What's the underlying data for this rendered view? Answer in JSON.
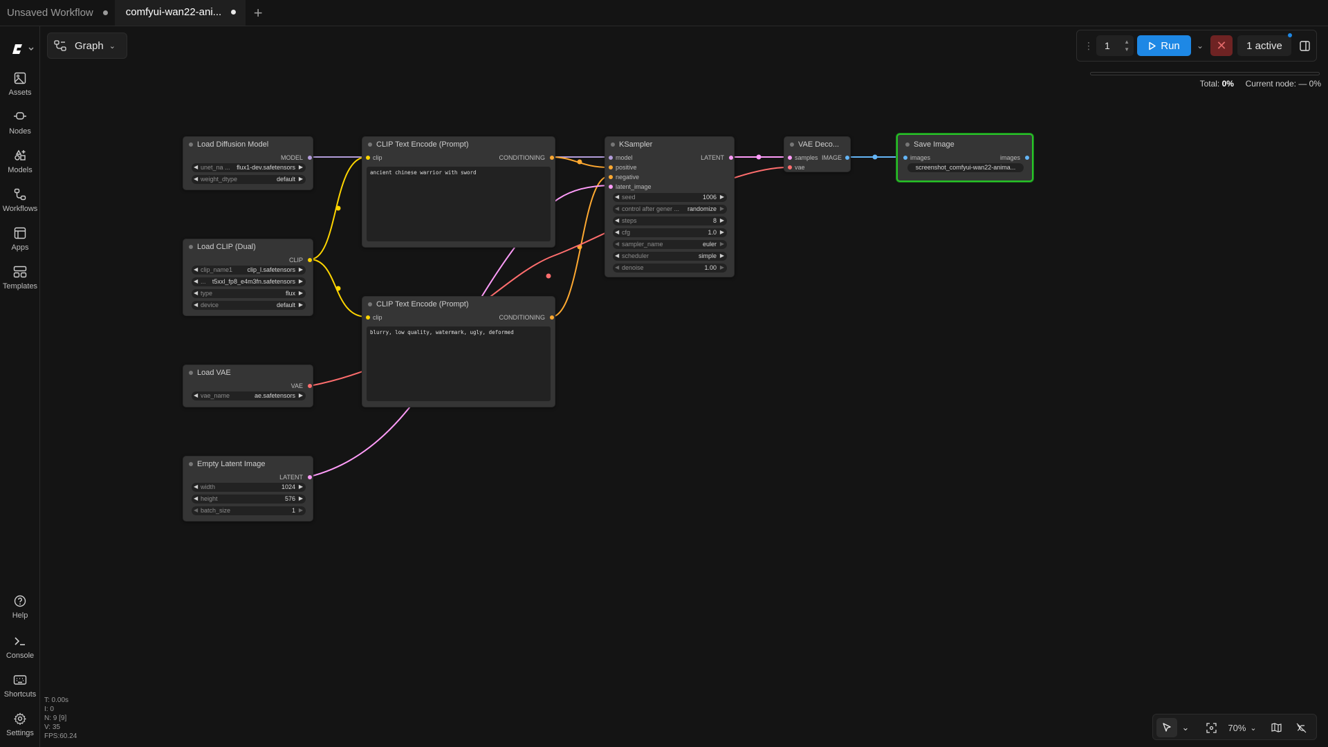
{
  "tabs": [
    {
      "label": "Unsaved Workflow",
      "modified": true
    },
    {
      "label": "comfyui-wan22-ani...",
      "modified": true
    }
  ],
  "sidebar": {
    "items": [
      {
        "label": "Assets",
        "icon": "image-icon"
      },
      {
        "label": "Nodes",
        "icon": "nodes-icon"
      },
      {
        "label": "Models",
        "icon": "models-icon"
      },
      {
        "label": "Workflows",
        "icon": "workflow-icon"
      },
      {
        "label": "Apps",
        "icon": "apps-icon"
      },
      {
        "label": "Templates",
        "icon": "templates-icon"
      }
    ],
    "bottom": [
      {
        "label": "Help",
        "icon": "help-icon"
      },
      {
        "label": "Console",
        "icon": "terminal-icon"
      },
      {
        "label": "Shortcuts",
        "icon": "keyboard-icon"
      },
      {
        "label": "Settings",
        "icon": "gear-icon"
      }
    ]
  },
  "graph_menu": {
    "label": "Graph"
  },
  "run_panel": {
    "batch_count": "1",
    "run_label": "Run",
    "active_label": "1 active",
    "progress_total_label": "Total:",
    "progress_total": "0%",
    "current_node_label": "Current node: — 0%",
    "progress_fraction": 0.0
  },
  "nodes": {
    "load_diffusion": {
      "title": "Load Diffusion Model",
      "output": "MODEL",
      "widgets": [
        {
          "label": "unet_na ...",
          "value": "flux1-dev.safetensors"
        },
        {
          "label": "weight_dtype",
          "value": "default"
        }
      ]
    },
    "load_clip": {
      "title": "Load CLIP (Dual)",
      "output": "CLIP",
      "widgets": [
        {
          "label": "clip_name1",
          "value": "clip_l.safetensors"
        },
        {
          "label": "...",
          "value": "t5xxl_fp8_e4m3fn.safetensors"
        },
        {
          "label": "type",
          "value": "flux"
        },
        {
          "label": "device",
          "value": "default"
        }
      ]
    },
    "load_vae": {
      "title": "Load VAE",
      "output": "VAE",
      "widgets": [
        {
          "label": "vae_name",
          "value": "ae.safetensors"
        }
      ]
    },
    "empty_latent": {
      "title": "Empty Latent Image",
      "output": "LATENT",
      "widgets": [
        {
          "label": "width",
          "value": "1024"
        },
        {
          "label": "height",
          "value": "576"
        },
        {
          "label": "batch_size",
          "value": "1"
        }
      ]
    },
    "clip_pos": {
      "title": "CLIP Text Encode (Prompt)",
      "input": "clip",
      "output": "CONDITIONING",
      "text": "ancient chinese warrior with sword"
    },
    "clip_neg": {
      "title": "CLIP Text Encode (Prompt)",
      "input": "clip",
      "output": "CONDITIONING",
      "text": "blurry, low quality, watermark, ugly, deformed"
    },
    "ksampler": {
      "title": "KSampler",
      "inputs": [
        "model",
        "positive",
        "negative",
        "latent_image"
      ],
      "output": "LATENT",
      "widgets": [
        {
          "label": "seed",
          "value": "1006"
        },
        {
          "label": "control after gener ...",
          "value": "randomize"
        },
        {
          "label": "steps",
          "value": "8"
        },
        {
          "label": "cfg",
          "value": "1.0"
        },
        {
          "label": "sampler_name",
          "value": "euler"
        },
        {
          "label": "scheduler",
          "value": "simple"
        },
        {
          "label": "denoise",
          "value": "1.00"
        }
      ]
    },
    "vae_decode": {
      "title": "VAE Deco...",
      "inputs": [
        "samples",
        "vae"
      ],
      "output": "IMAGE"
    },
    "save_image": {
      "title": "Save Image",
      "input": "images",
      "output": "images",
      "filename": "screenshot_comfyui-wan22-anima..."
    }
  },
  "stats": {
    "t": "T: 0.00s",
    "i": "I: 0",
    "n": "N: 9 [9]",
    "v": "V: 35",
    "fps": "FPS:60.24"
  },
  "bottom_toolbar": {
    "zoom": "70%"
  },
  "colors": {
    "model": "#b39ddb",
    "clip": "#ffd500",
    "conditioning": "#ffa931",
    "vae": "#ff6e6e",
    "latent": "#ff9cf9",
    "image": "#64b5f6",
    "run": "#1e88e5",
    "selected": "#28c428"
  }
}
